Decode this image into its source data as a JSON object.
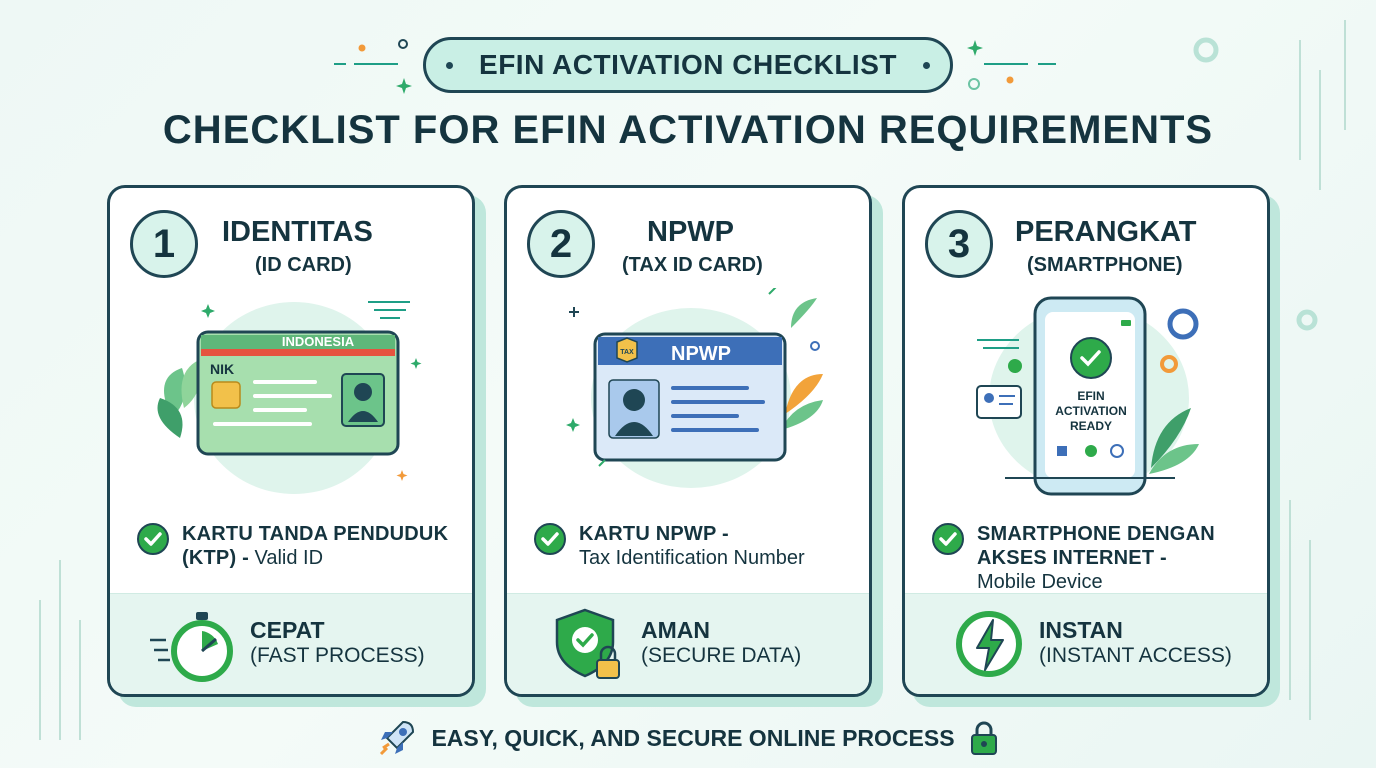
{
  "badge": "EFIN ACTIVATION CHECKLIST",
  "title": "CHECKLIST FOR EFIN ACTIVATION REQUIREMENTS",
  "cards": [
    {
      "number": "1",
      "heading": "IDENTITAS",
      "subheading": "(ID CARD)",
      "card_country": "INDONESIA",
      "card_field": "NIK",
      "check_bold": "KARTU TANDA PENDUDUK",
      "check_bold2": "(KTP) -",
      "check_text": "Valid ID",
      "bottom_title": "CEPAT",
      "bottom_sub": "(FAST PROCESS)"
    },
    {
      "number": "2",
      "heading": "NPWP",
      "subheading": "(TAX ID CARD)",
      "card_label": "NPWP",
      "card_emblem": "TAX",
      "check_bold": "KARTU NPWP -",
      "check_text": "Tax Identification Number",
      "bottom_title": "AMAN",
      "bottom_sub": "(SECURE DATA)"
    },
    {
      "number": "3",
      "heading": "PERANGKAT",
      "subheading": "(SMARTPHONE)",
      "phone_text": [
        "EFIN",
        "ACTIVATION",
        "READY"
      ],
      "check_bold": "SMARTPHONE DENGAN",
      "check_bold2": "AKSES INTERNET -",
      "check_text": "Mobile Device",
      "bottom_title": "INSTAN",
      "bottom_sub": "(INSTANT ACCESS)"
    }
  ],
  "footer": "EASY, QUICK, AND SECURE ONLINE PROCESS",
  "colors": {
    "ink": "#15343f",
    "green": "#2eaa4a",
    "mint": "#c9efe5",
    "blue": "#3d6fb8",
    "card_green": "#8fd49a"
  },
  "icons": [
    "stopwatch-icon",
    "shield-lock-icon",
    "lightning-icon",
    "rocket-icon",
    "padlock-icon",
    "check-icon",
    "gear-icon"
  ]
}
